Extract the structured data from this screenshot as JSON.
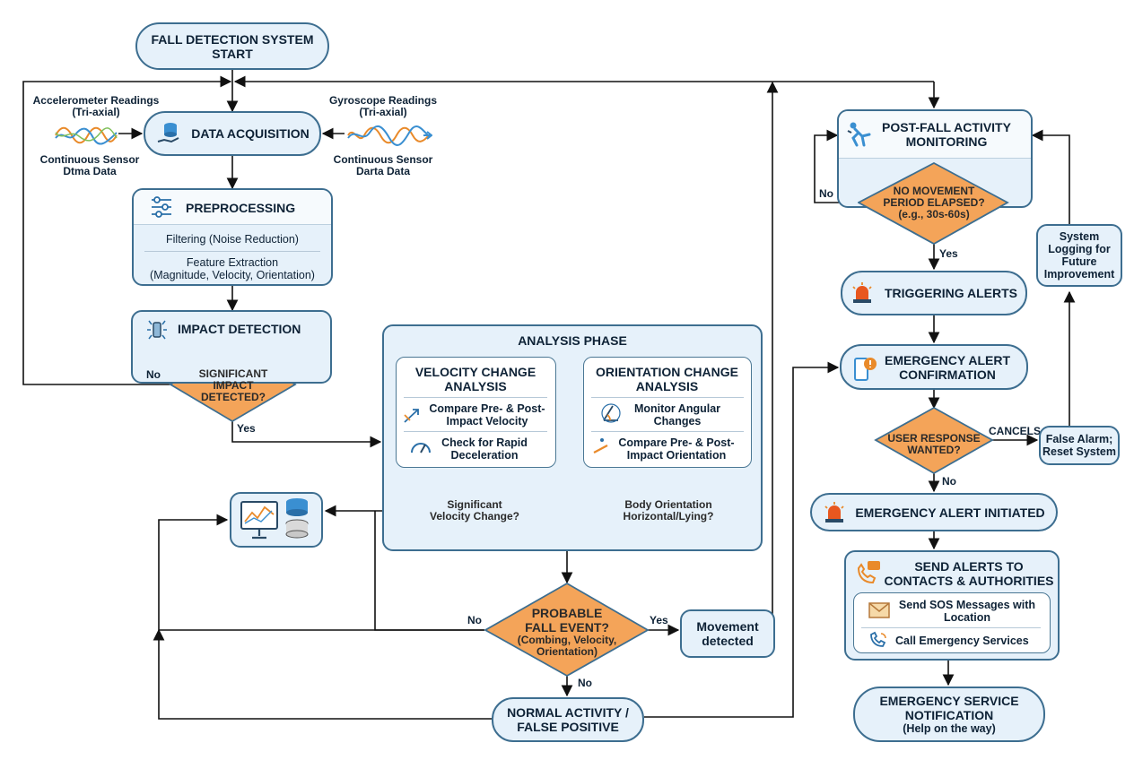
{
  "start": {
    "line1": "FALL DETECTION SYSTEM",
    "line2": "START"
  },
  "accelerometer": {
    "title1": "Accelerometer Readings",
    "title2": "(Tri-axial)",
    "caption1": "Continuous Sensor",
    "caption2": "Dtma Data"
  },
  "gyroscope": {
    "title1": "Gyroscope Readings",
    "title2": "(Tri-axial)",
    "caption1": "Continuous Sensor",
    "caption2": "Darta Data"
  },
  "data_acquisition": {
    "title": "DATA ACQUISITION"
  },
  "preprocessing": {
    "title": "PREPROCESSING",
    "item1": "Filtering (Noise Reduction)",
    "item2_line1": "Feature Extraction",
    "item2_line2": "(Magnitude, Velocity, Orientation)"
  },
  "impact_detection": {
    "title": "IMPACT DETECTION",
    "decision_line1": "SIGNIFICANT",
    "decision_line2": "IMPACT",
    "decision_line3": "DETECTED?",
    "no": "No",
    "yes": "Yes"
  },
  "analysis": {
    "title": "ANALYSIS PHASE",
    "velocity": {
      "title1": "VELOCITY CHANGE",
      "title2": "ANALYSIS",
      "item1_line1": "Compare Pre- & Post-",
      "item1_line2": "Impact Velocity",
      "item2_line1": "Check for Rapid",
      "item2_line2": "Deceleration",
      "decision_line1": "Significant",
      "decision_line2": "Velocity Change?"
    },
    "orientation": {
      "title1": "ORIENTATION CHANGE",
      "title2": "ANALYSIS",
      "item1_line1": "Monitor Angular",
      "item1_line2": "Changes",
      "item2_line1": "Compare Pre- & Post-",
      "item2_line2": "Impact Orientation",
      "decision_line1": "Body Orientation",
      "decision_line2": "Horizontal/Lying?"
    }
  },
  "probable_fall": {
    "line1": "PROBABLE",
    "line2": "FALL EVENT?",
    "line3": "(Combing, Velocity,",
    "line4": "Orientation)",
    "no_left": "No",
    "yes": "Yes",
    "no_down": "No"
  },
  "movement_detected": {
    "line1": "Movement",
    "line2": "detected"
  },
  "normal_activity": {
    "line1": "NORMAL ACTIVITY /",
    "line2": "FALSE POSITIVE"
  },
  "post_fall": {
    "title1": "POST-FALL ACTIVITY",
    "title2": "MONITORING",
    "decision_line1": "NO MOVEMENT",
    "decision_line2": "PERIOD ELAPSED?",
    "decision_line3": "(e.g., 30s-60s)",
    "no": "No",
    "yes": "Yes"
  },
  "system_logging": {
    "line1": "System",
    "line2": "Logging for",
    "line3": "Future",
    "line4": "Improvement"
  },
  "triggering_alerts": {
    "title": "TRIGGERING ALERTS"
  },
  "emergency_confirmation": {
    "title1": "EMERGENCY ALERT",
    "title2": "CONFIRMATION"
  },
  "user_response": {
    "line1": "USER RESPONSE",
    "line2": "WANTED?",
    "cancels": "CANCELS",
    "no": "No"
  },
  "false_alarm": {
    "line1": "False Alarm;",
    "line2": "Reset System"
  },
  "alert_initiated": {
    "title": "EMERGENCY ALERT INITIATED"
  },
  "send_alerts": {
    "title1": "SEND ALERTS TO",
    "title2": "CONTACTS & AUTHORITIES",
    "item1_line1": "Send SOS Messages with",
    "item1_line2": "Location",
    "item2": "Call Emergency Services"
  },
  "service_notification": {
    "title1": "EMERGENCY SERVICE",
    "title2": "NOTIFICATION",
    "subtitle": "(Help on the way)"
  },
  "colors": {
    "box_fill": "#e6f1fa",
    "box_border": "#3d6e90",
    "decision_fill": "#f4a459",
    "decision_border": "#3d6e90",
    "arrow": "#111111"
  }
}
